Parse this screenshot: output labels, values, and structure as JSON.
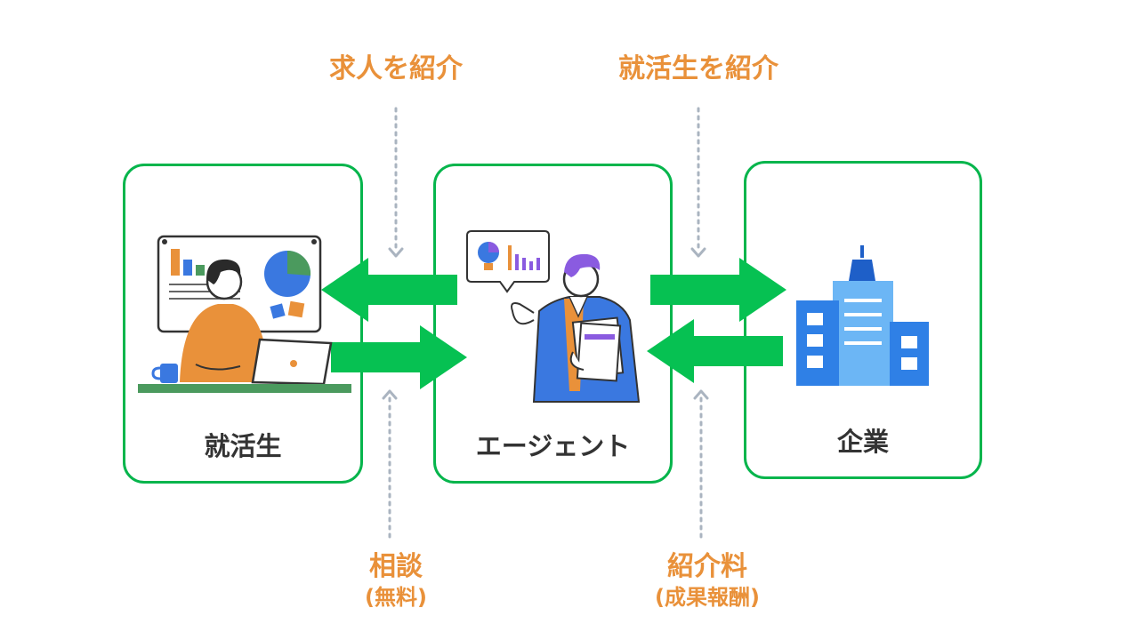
{
  "nodes": {
    "student": {
      "label": "就活生"
    },
    "agent": {
      "label": "エージェント"
    },
    "company": {
      "label": "企業"
    }
  },
  "flows": {
    "agent_to_student": {
      "label": "求人を紹介"
    },
    "agent_to_company": {
      "label": "就活生を紹介"
    },
    "student_to_agent": {
      "label": "相談",
      "note": "(無料)"
    },
    "company_to_agent": {
      "label": "紹介料",
      "note": "(成果報酬)"
    }
  },
  "colors": {
    "border": "#06b54c",
    "arrow": "#06c152",
    "label": "#e9913a",
    "text": "#333333",
    "dotted": "#aab4c0"
  },
  "icons": {
    "student": "person-at-laptop-with-charts-illustration",
    "agent": "businessman-presenting-illustration",
    "company": "office-building-illustration"
  }
}
